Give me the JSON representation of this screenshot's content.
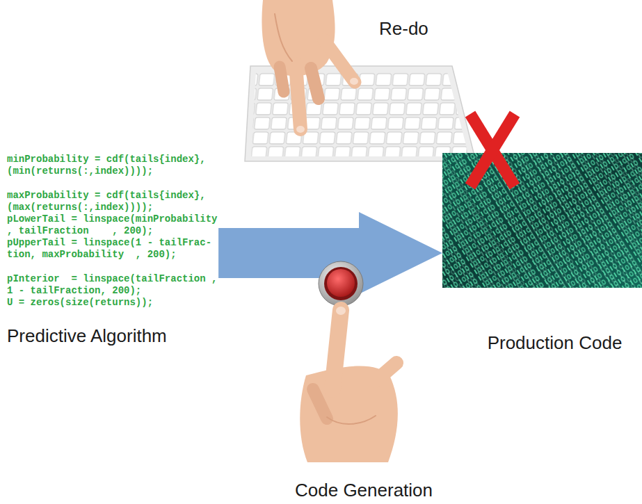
{
  "diagram": {
    "nodes": [
      {
        "text": [
          "minProbability = cdf(tails{index}, (min(returns(:,index))));",
          "maxProbability = cdf(tails{index}, (max(returns(:,index))));",
          "pLowerTail = linspace(minProbability , tailFraction    , 200);",
          "pUpperTail = linspace(1 - tailFrac- tion, maxProbability  , 200);",
          "pInterior  = linspace(tailFraction , 1 - tailFraction, 200);",
          "U = zeros(size(returns));",
          "Predictive Algorithm"
        ]
      },
      {
        "text": [
          "Production Code"
        ]
      }
    ],
    "edges": [
      {
        "from": 0,
        "to": 1,
        "arrow": "to"
      }
    ],
    "labels": [
      "Re-do",
      "Code Generation"
    ]
  }
}
